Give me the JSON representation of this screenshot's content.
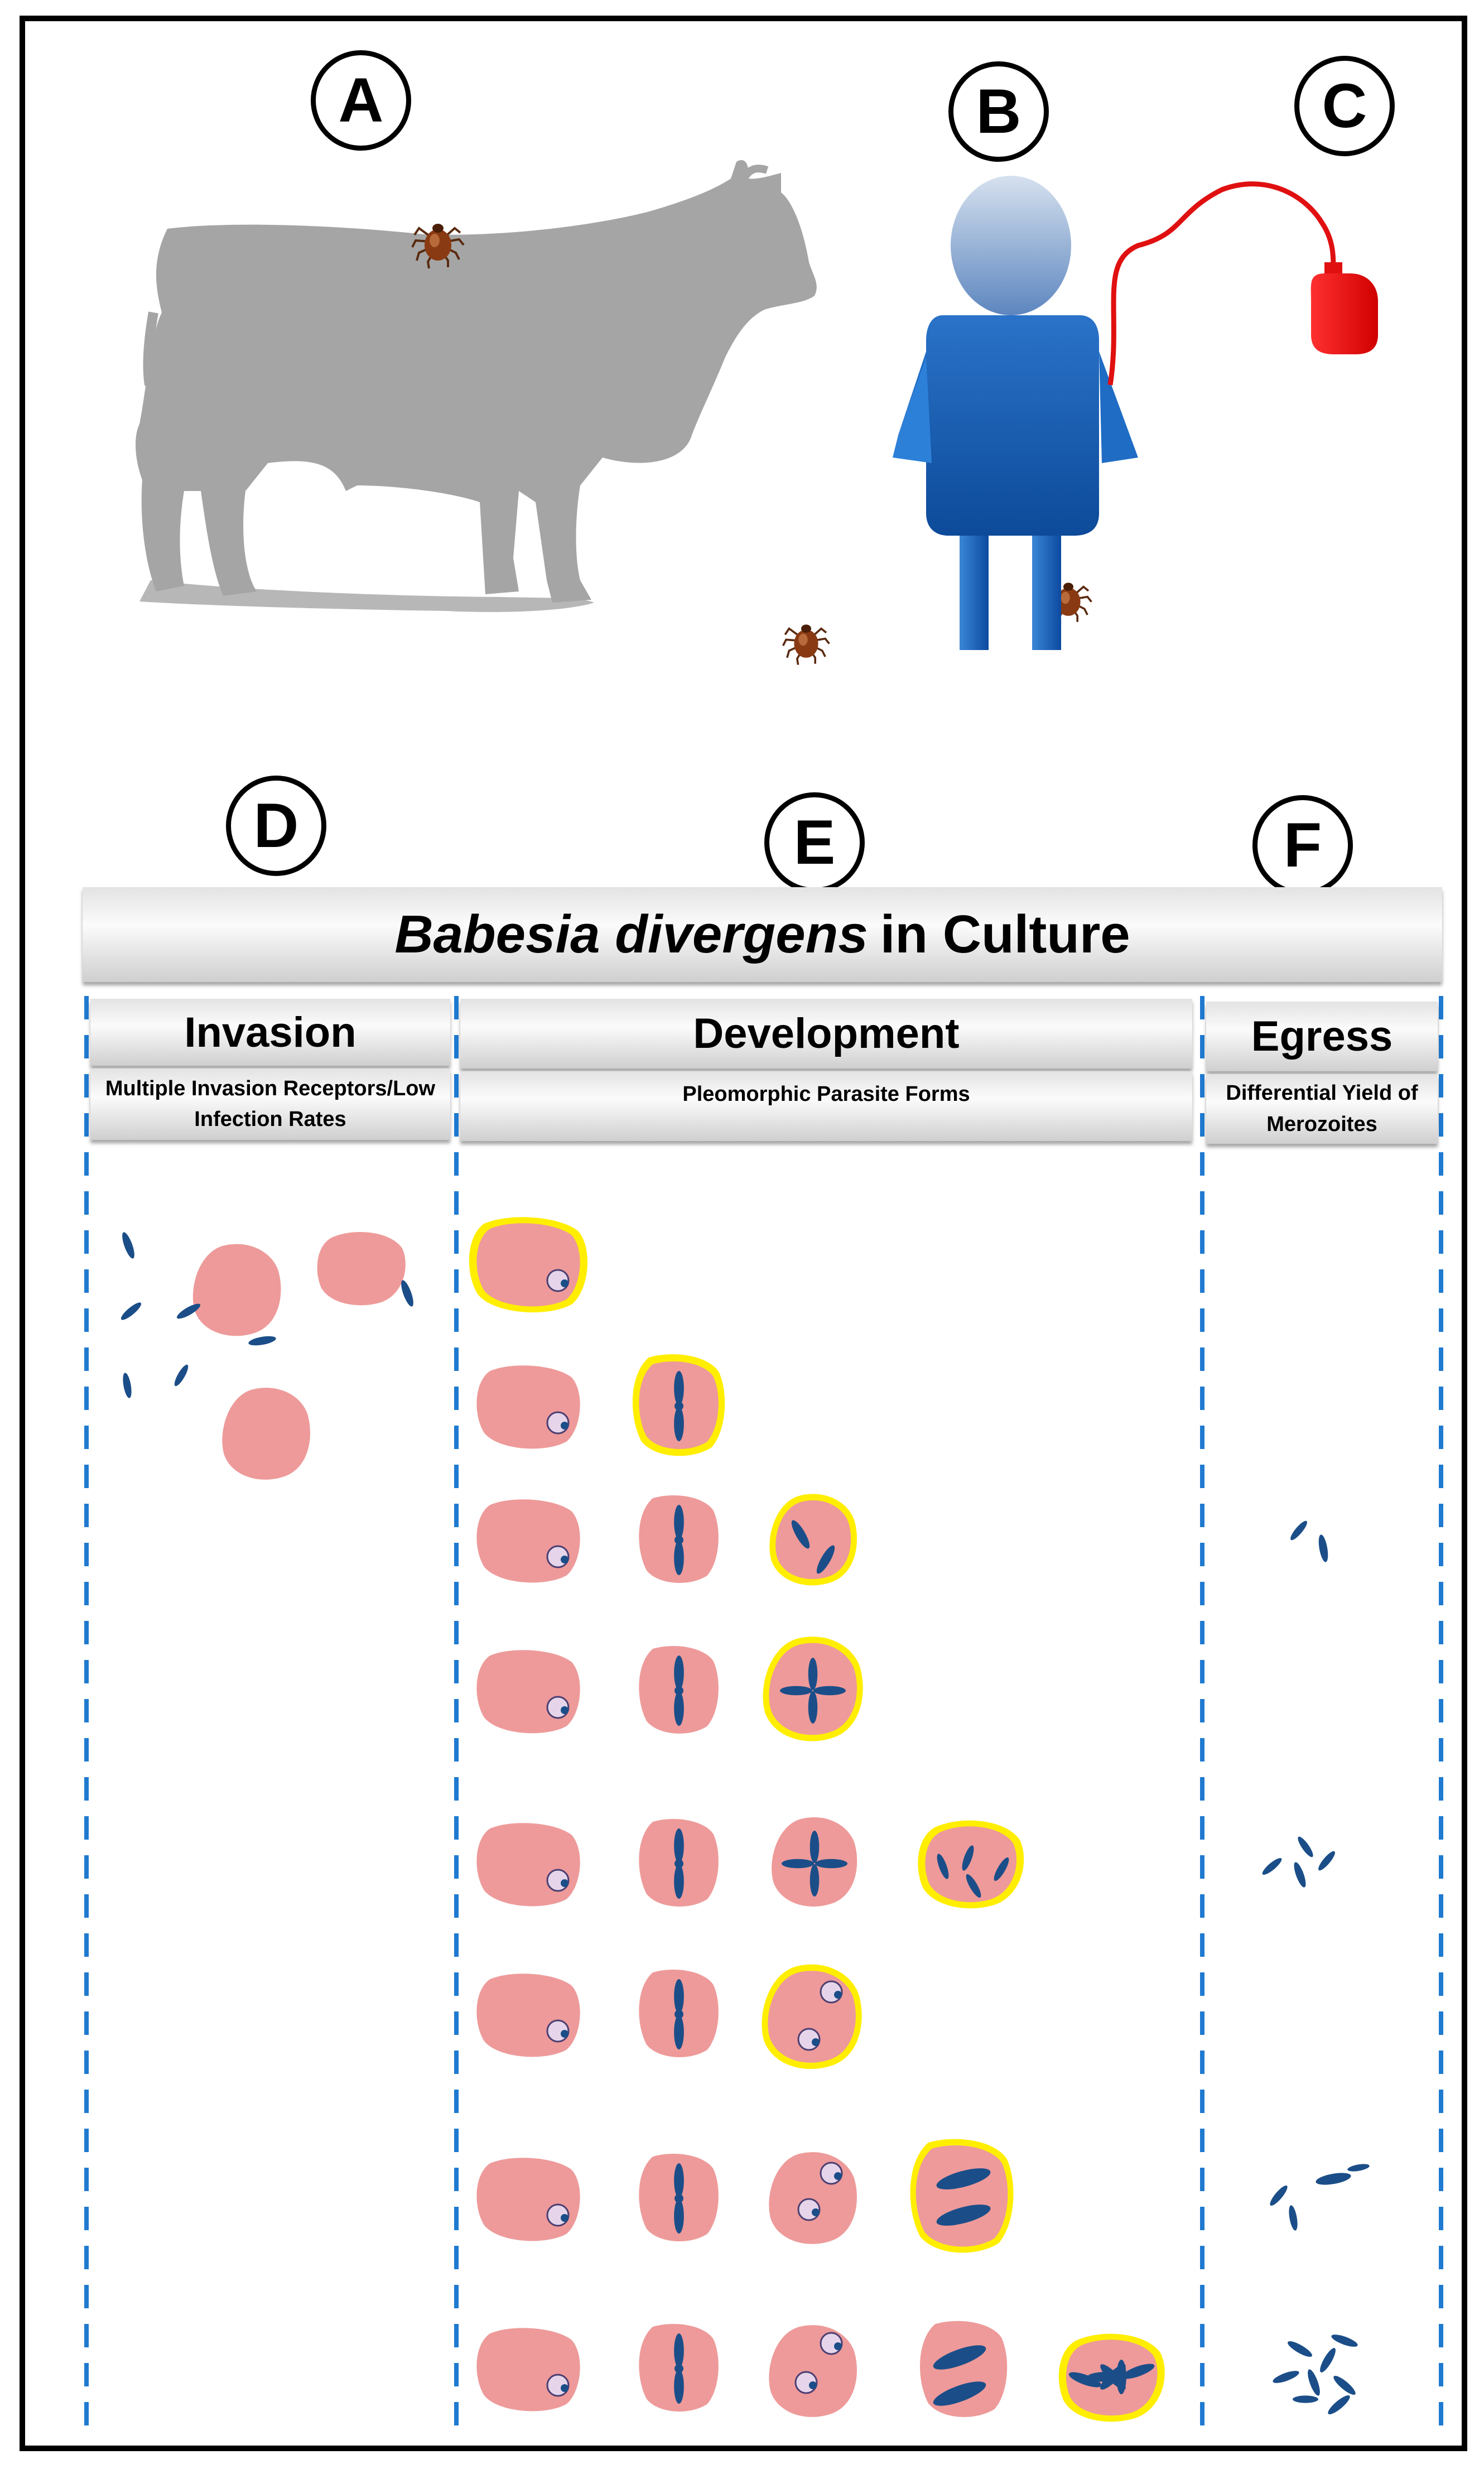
{
  "panel_labels": {
    "a": "A",
    "b": "B",
    "c": "C",
    "d": "D",
    "e": "E",
    "f": "F"
  },
  "title": {
    "italic": "Babesia divergens",
    "rest": "in Culture"
  },
  "columns": [
    {
      "heading": "Invasion",
      "subheading": "Multiple Invasion Receptors/Low Infection Rates"
    },
    {
      "heading": "Development",
      "subheading": "Pleomorphic Parasite Forms"
    },
    {
      "heading": "Egress",
      "subheading": "Differential Yield of Merozoites"
    }
  ],
  "colors": {
    "cow": "#a5a5a5",
    "tick": "#8a3a12",
    "person": "#1f6cc4",
    "person_head": "#9fb9d8",
    "blood": "#e01010",
    "cell": "#ee9a9a",
    "parasite": "#1b4e88",
    "highlight": "#ffee00",
    "divider": "#1f7ad0"
  }
}
